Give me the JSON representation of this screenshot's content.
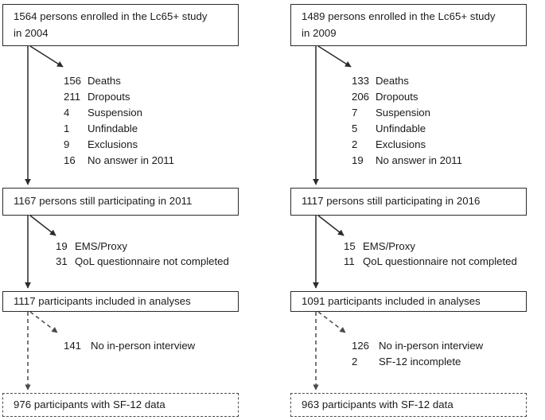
{
  "figure": {
    "type": "flowchart",
    "description": "Participant flow diagram for two Lc65+ study cohorts"
  },
  "columns": [
    {
      "id": "cohort-2004",
      "enrollment": {
        "text": "1564 persons enrolled in the Lc65+ study\nin 2004"
      },
      "losses_1": [
        {
          "count": "156",
          "reason": "Deaths"
        },
        {
          "count": "211",
          "reason": "Dropouts"
        },
        {
          "count": "4",
          "reason": "Suspension"
        },
        {
          "count": "1",
          "reason": "Unfindable"
        },
        {
          "count": "9",
          "reason": "Exclusions"
        },
        {
          "count": "16",
          "reason": "No answer in 2011"
        }
      ],
      "participating": {
        "text": "1167 persons still participating in 2011"
      },
      "losses_2": [
        {
          "count": "19",
          "reason": "EMS/Proxy"
        },
        {
          "count": "31",
          "reason": "QoL questionnaire not completed"
        }
      ],
      "included": {
        "text": "1117 participants included in analyses"
      },
      "losses_3": [
        {
          "count": "141",
          "reason": "No in-person interview"
        }
      ],
      "final": {
        "text": "976 participants with SF-12 data"
      }
    },
    {
      "id": "cohort-2009",
      "enrollment": {
        "text": "1489 persons enrolled in the Lc65+ study\nin 2009"
      },
      "losses_1": [
        {
          "count": "133",
          "reason": "Deaths"
        },
        {
          "count": "206",
          "reason": "Dropouts"
        },
        {
          "count": "7",
          "reason": "Suspension"
        },
        {
          "count": "5",
          "reason": "Unfindable"
        },
        {
          "count": "2",
          "reason": "Exclusions"
        },
        {
          "count": "19",
          "reason": "No answer in 2011"
        }
      ],
      "participating": {
        "text": "1117 persons still participating in 2016"
      },
      "losses_2": [
        {
          "count": "15",
          "reason": "EMS/Proxy"
        },
        {
          "count": "11",
          "reason": "QoL questionnaire not completed"
        }
      ],
      "included": {
        "text": "1091 participants included in analyses"
      },
      "losses_3": [
        {
          "count": "126",
          "reason": "No in-person interview"
        },
        {
          "count": "2",
          "reason": "SF-12 incomplete"
        }
      ],
      "final": {
        "text": "963 participants with SF-12 data"
      }
    }
  ],
  "colors": {
    "stroke": "#2b2b2b",
    "dashed_stroke": "#4a4a4a",
    "text": "#1a1a1a",
    "background": "#ffffff"
  }
}
